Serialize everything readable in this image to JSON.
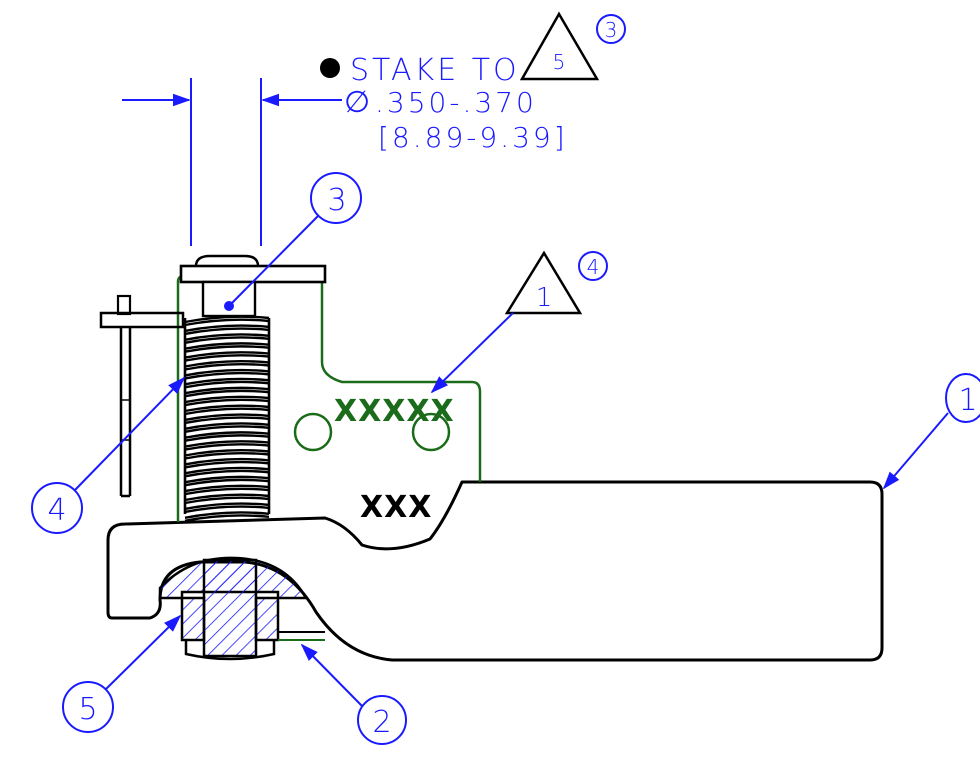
{
  "colors": {
    "annotation": "#1a1aff",
    "part_outline": "#000000",
    "marking_green": "#1a6b1a",
    "background": "#ffffff"
  },
  "notes": {
    "stake_prefix": "STAKE TO",
    "diameter_symbol": "∅",
    "diameter_inch": ".350-.370",
    "diameter_mm": "[8.89-9.39]"
  },
  "flags": [
    {
      "id": "stake-flag",
      "triangle_text": "5",
      "circle_text": "3"
    },
    {
      "id": "revision-flag",
      "triangle_text": "1",
      "circle_text": "4"
    }
  ],
  "balloons": [
    {
      "id": "balloon-1",
      "text": "1"
    },
    {
      "id": "balloon-2",
      "text": "2"
    },
    {
      "id": "balloon-3",
      "text": "3"
    },
    {
      "id": "balloon-4",
      "text": "4"
    },
    {
      "id": "balloon-5",
      "text": "5"
    }
  ],
  "markings": {
    "green_code": "XXXXX",
    "black_code": "XXX"
  }
}
